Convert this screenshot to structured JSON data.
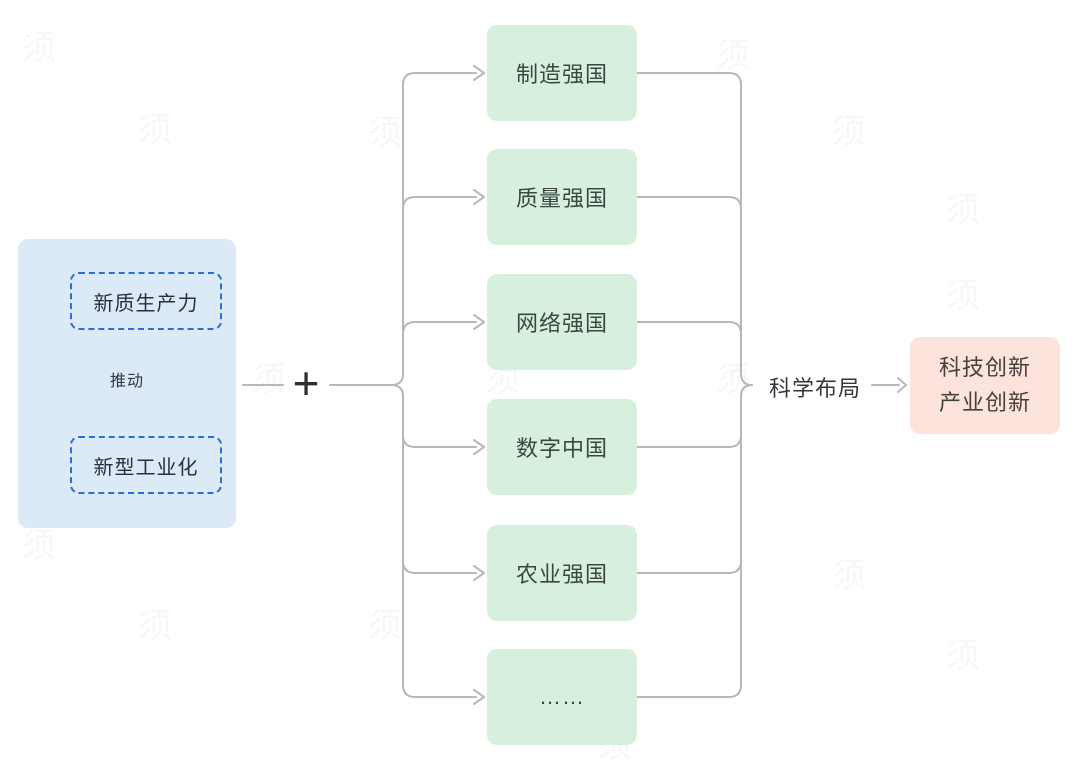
{
  "diagram": {
    "source_panel": {
      "top_box": "新质生产力",
      "arrow_label": "推动",
      "bottom_box": "新型工业化"
    },
    "plus_sign": "+",
    "branches": [
      {
        "label": "制造强国"
      },
      {
        "label": "质量强国"
      },
      {
        "label": "网络强国"
      },
      {
        "label": "数字中国"
      },
      {
        "label": "农业强国"
      },
      {
        "label": "……"
      }
    ],
    "converge_label": "科学布局",
    "result_box": {
      "line1": "科技创新",
      "line2": "产业创新"
    },
    "watermark_glyph": "须",
    "colors": {
      "panel_blue": "#dce9f7",
      "dashed_border_blue": "#2b6fd4",
      "branch_green": "#d7f0dd",
      "result_pink": "#fce4dd",
      "connector_gray": "#b5b9bc",
      "text_dark": "#333333"
    }
  }
}
